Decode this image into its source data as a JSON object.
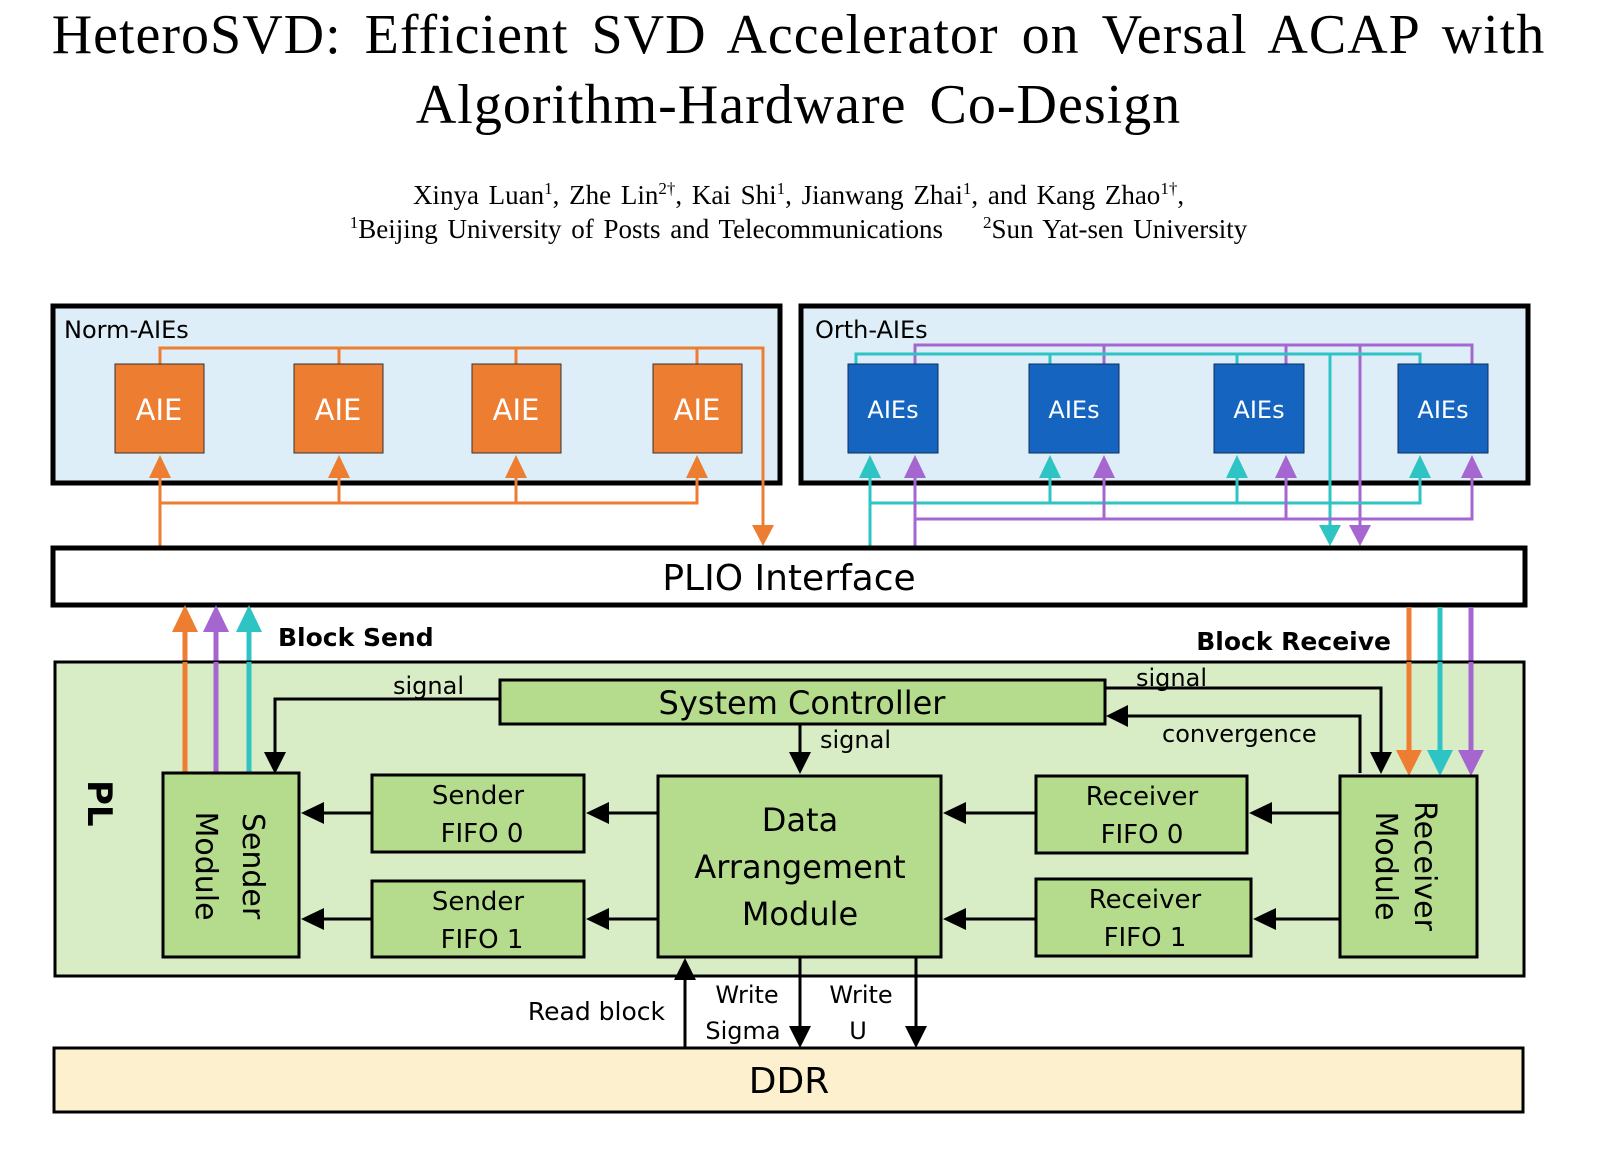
{
  "paper": {
    "title_line1": "HeteroSVD: Efficient SVD Accelerator on Versal ACAP with",
    "title_line2": "Algorithm-Hardware Co-Design",
    "authors": [
      {
        "name": "Xinya Luan",
        "affil": "1"
      },
      {
        "name": "Zhe Lin",
        "affil": "2†"
      },
      {
        "name": "Kai Shi",
        "affil": "1"
      },
      {
        "name": "Jianwang Zhai",
        "affil": "1"
      },
      {
        "name": "Kang Zhao",
        "affil": "1†"
      }
    ],
    "author_separator": ", ",
    "author_conjunction": "and ",
    "author_trailer": ",",
    "affiliations": [
      {
        "mark": "1",
        "name": "Beijing University of Posts and Telecommunications"
      },
      {
        "mark": "2",
        "name": "Sun Yat-sen University"
      }
    ]
  },
  "figure": {
    "colors": {
      "norm_aie": "#ED7D31",
      "orth_aie": "#1565C0",
      "panel_bg": "#DEEEF8",
      "pl_bg": "#D8EDC5",
      "block_bg": "#B5DC8C",
      "ddr_bg": "#FDF0CF",
      "teal": "#2EC4C4",
      "purple": "#A566D0",
      "orange": "#ED7D31",
      "black": "#000000"
    },
    "norm_panel": {
      "label": "Norm-AIEs",
      "blocks": [
        "AIE",
        "AIE",
        "AIE",
        "AIE"
      ]
    },
    "orth_panel": {
      "label": "Orth-AIEs",
      "blocks": [
        "AIEs",
        "AIEs",
        "AIEs",
        "AIEs"
      ]
    },
    "plio": {
      "label": "PLIO Interface"
    },
    "block_send_label": "Block Send",
    "block_receive_label": "Block Receive",
    "pl": {
      "label": "PL",
      "system_controller": "System Controller",
      "sender_module": [
        "Sender",
        "Module"
      ],
      "sender_fifo0": [
        "Sender",
        "FIFO 0"
      ],
      "sender_fifo1": [
        "Sender",
        "FIFO 1"
      ],
      "data_arrangement": [
        "Data",
        "Arrangement",
        "Module"
      ],
      "receiver_fifo0": [
        "Receiver",
        "FIFO 0"
      ],
      "receiver_fifo1": [
        "Receiver",
        "FIFO 1"
      ],
      "receiver_module": [
        "Receiver",
        "Module"
      ],
      "signal_left": "signal",
      "signal_down": "signal",
      "signal_right": "signal",
      "convergence": "convergence"
    },
    "ddr": {
      "label": "DDR",
      "read_block": "Read block",
      "write_sigma": [
        "Write",
        "Sigma"
      ],
      "write_u": [
        "Write",
        "U"
      ]
    }
  }
}
